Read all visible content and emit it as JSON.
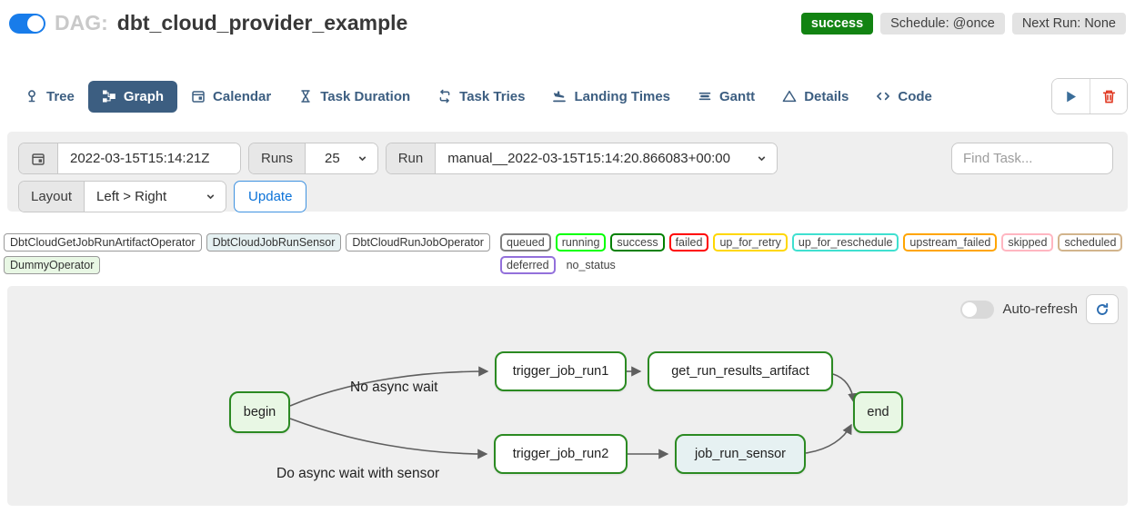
{
  "header": {
    "dag_prefix": "DAG:",
    "dag_name": "dbt_cloud_provider_example",
    "dag_paused_toggle_on": true,
    "status_badge": "success",
    "schedule_badge": "Schedule: @once",
    "next_run_badge": "Next Run: None",
    "status_badge_color": "#128312"
  },
  "tabs": [
    {
      "label": "Tree",
      "icon": "pin-icon",
      "active": false
    },
    {
      "label": "Graph",
      "icon": "sitemap-icon",
      "active": true
    },
    {
      "label": "Calendar",
      "icon": "calendar-icon",
      "active": false
    },
    {
      "label": "Task Duration",
      "icon": "hourglass-icon",
      "active": false
    },
    {
      "label": "Task Tries",
      "icon": "repeat-icon",
      "active": false
    },
    {
      "label": "Landing Times",
      "icon": "plane-landing-icon",
      "active": false
    },
    {
      "label": "Gantt",
      "icon": "gantt-icon",
      "active": false
    },
    {
      "label": "Details",
      "icon": "warning-triangle-icon",
      "active": false
    },
    {
      "label": "Code",
      "icon": "code-icon",
      "active": false
    }
  ],
  "tab_actions": {
    "play": "play-icon",
    "delete": "trash-icon"
  },
  "filters": {
    "date_value": "2022-03-15T15:14:21Z",
    "runs_label": "Runs",
    "runs_value": "25",
    "run_label": "Run",
    "run_value": "manual__2022-03-15T15:14:20.866083+00:00",
    "find_task_placeholder": "Find Task...",
    "layout_label": "Layout",
    "layout_value": "Left > Right",
    "update_button": "Update"
  },
  "legend": {
    "operators": [
      {
        "label": "DbtCloudGetJobRunArtifactOperator",
        "fill": "#ffffff"
      },
      {
        "label": "DbtCloudJobRunSensor",
        "fill": "#e6f1f2"
      },
      {
        "label": "DbtCloudRunJobOperator",
        "fill": "#ffffff"
      },
      {
        "label": "DummyOperator",
        "fill": "#e8f7e4"
      }
    ],
    "statuses": [
      {
        "label": "queued",
        "border": "#808080"
      },
      {
        "label": "running",
        "border": "#00ff00"
      },
      {
        "label": "success",
        "border": "#008000"
      },
      {
        "label": "failed",
        "border": "#ff0000"
      },
      {
        "label": "up_for_retry",
        "border": "#ffd700"
      },
      {
        "label": "up_for_reschedule",
        "border": "#40e0d0"
      },
      {
        "label": "upstream_failed",
        "border": "#ffa500"
      },
      {
        "label": "skipped",
        "border": "#ffb6c1"
      },
      {
        "label": "scheduled",
        "border": "#d2b48c"
      },
      {
        "label": "deferred",
        "border": "#9370db"
      },
      {
        "label": "no_status",
        "border": "transparent"
      }
    ]
  },
  "graph": {
    "auto_refresh_label": "Auto-refresh",
    "auto_refresh_on": false,
    "node_border_color": "#2b8a22",
    "edge_color": "#5f5f5f",
    "nodes": [
      {
        "id": "begin",
        "label": "begin",
        "fill": "#e8f7e4"
      },
      {
        "id": "trigger_job_run1",
        "label": "trigger_job_run1",
        "fill": "#ffffff"
      },
      {
        "id": "get_run_results_artifact",
        "label": "get_run_results_artifact",
        "fill": "#ffffff"
      },
      {
        "id": "trigger_job_run2",
        "label": "trigger_job_run2",
        "fill": "#ffffff"
      },
      {
        "id": "job_run_sensor",
        "label": "job_run_sensor",
        "fill": "#e6f1f2"
      },
      {
        "id": "end",
        "label": "end",
        "fill": "#e8f7e4"
      }
    ],
    "edges": [
      {
        "from": "begin",
        "to": "trigger_job_run1",
        "label": "No async wait"
      },
      {
        "from": "begin",
        "to": "trigger_job_run2",
        "label": "Do async wait with sensor"
      },
      {
        "from": "trigger_job_run1",
        "to": "get_run_results_artifact",
        "label": ""
      },
      {
        "from": "trigger_job_run2",
        "to": "job_run_sensor",
        "label": ""
      },
      {
        "from": "get_run_results_artifact",
        "to": "end",
        "label": ""
      },
      {
        "from": "job_run_sensor",
        "to": "end",
        "label": ""
      }
    ]
  }
}
